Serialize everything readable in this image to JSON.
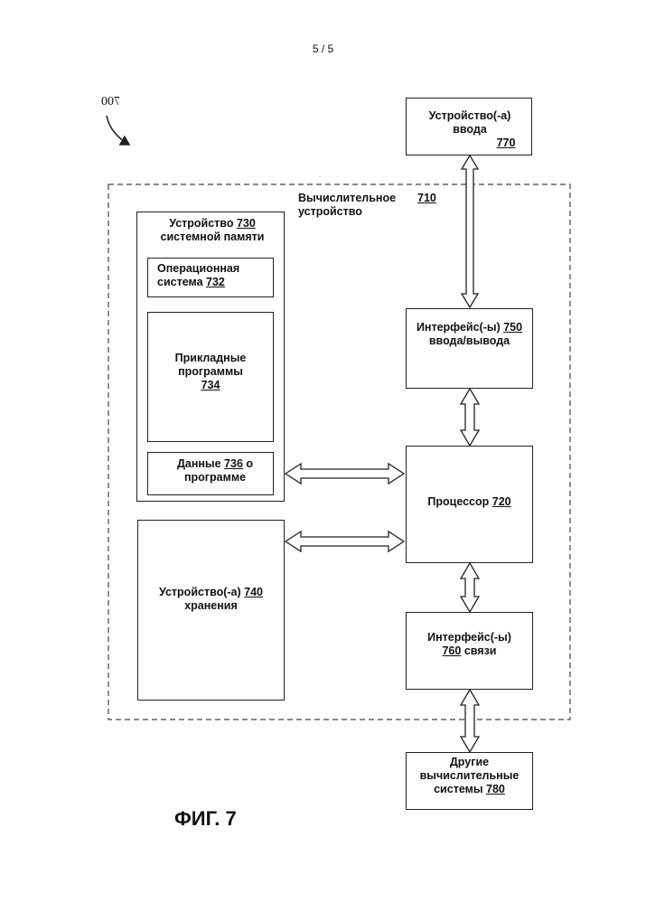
{
  "page_number": "5 / 5",
  "figure_label": "ФИГ. 7",
  "ref_700": "700",
  "input_devices": {
    "text": "Устройство(-а)\nввода",
    "num": "770"
  },
  "computing_device": {
    "text": "Вычислительное\nустройство",
    "num": "710"
  },
  "system_memory": {
    "text_a": "Устройство",
    "num": "730",
    "text_b": "системной памяти"
  },
  "os": {
    "text_a": "Операционная",
    "text_b": "система",
    "num": "732"
  },
  "apps": {
    "text": "Прикладные\nпрограммы",
    "num": "734"
  },
  "program_data": {
    "text_a": "Данные",
    "num": "736",
    "text_b": "о",
    "text_c": "программе"
  },
  "io_interfaces": {
    "text_a": "Интерфейс(-ы)",
    "num": "750",
    "text_b": "ввода/вывода"
  },
  "processor": {
    "text": "Процессор",
    "num": "720"
  },
  "storage": {
    "text_a": "Устройство(-а)",
    "num": "740",
    "text_b": "хранения"
  },
  "comm_interfaces": {
    "text_a": "Интерфейс(-ы)",
    "num": "760",
    "text_b": "связи"
  },
  "other_systems": {
    "text_a": "Другие",
    "text_b": "вычислительные",
    "text_c": "системы",
    "num": "780"
  }
}
